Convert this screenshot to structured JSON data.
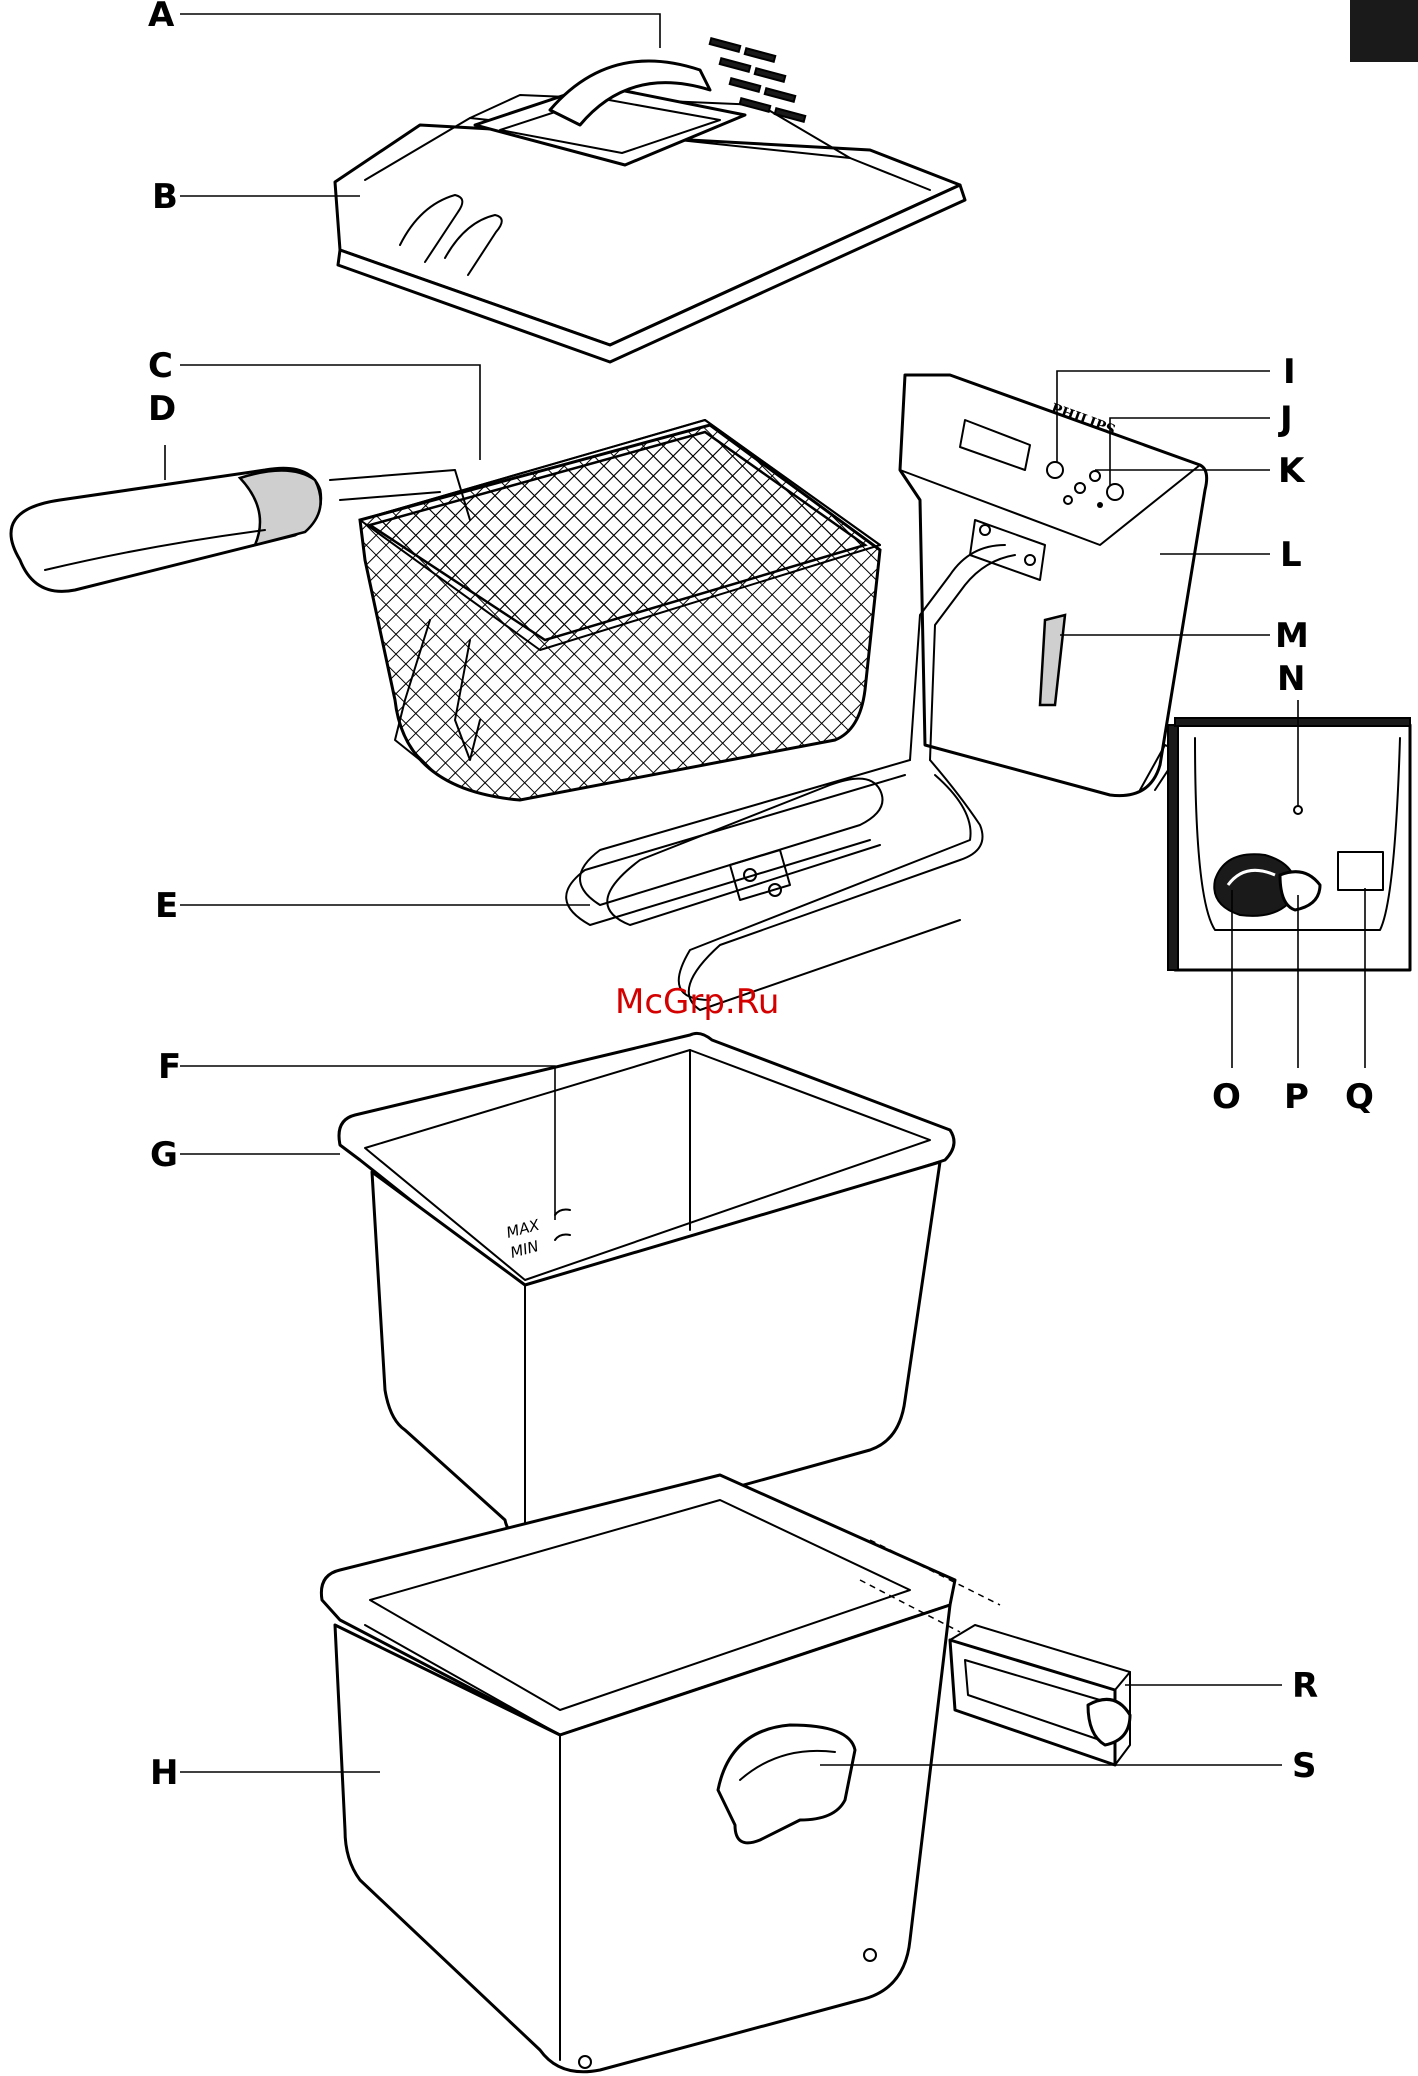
{
  "callouts": {
    "A": "A",
    "B": "B",
    "C": "C",
    "D": "D",
    "E": "E",
    "F": "F",
    "G": "G",
    "H": "H",
    "I": "I",
    "J": "J",
    "K": "K",
    "L": "L",
    "M": "M",
    "N": "N",
    "O": "O",
    "P": "P",
    "Q": "Q",
    "R": "R",
    "S": "S"
  },
  "oil_level_marks": {
    "max": "MAX",
    "min": "MIN"
  },
  "brand": "PHILIPS",
  "watermark": "McGrp.Ru",
  "colors": {
    "line": "#000000",
    "background": "#ffffff",
    "section_tab": "#1a1a1a",
    "watermark": "#d40000"
  }
}
